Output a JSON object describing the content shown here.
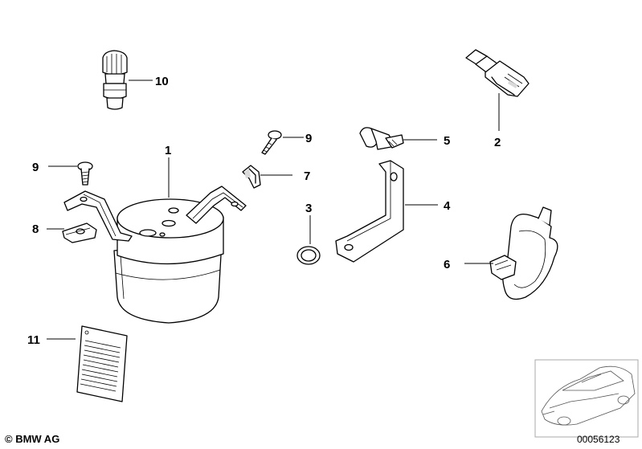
{
  "copyright": "© BMW AG",
  "image_number": "00056123",
  "callouts": {
    "c1": "1",
    "c2": "2",
    "c3": "3",
    "c4": "4",
    "c5": "5",
    "c6": "6",
    "c7": "7",
    "c8": "8",
    "c9a": "9",
    "c9b": "9",
    "c10": "10",
    "c11": "11"
  }
}
